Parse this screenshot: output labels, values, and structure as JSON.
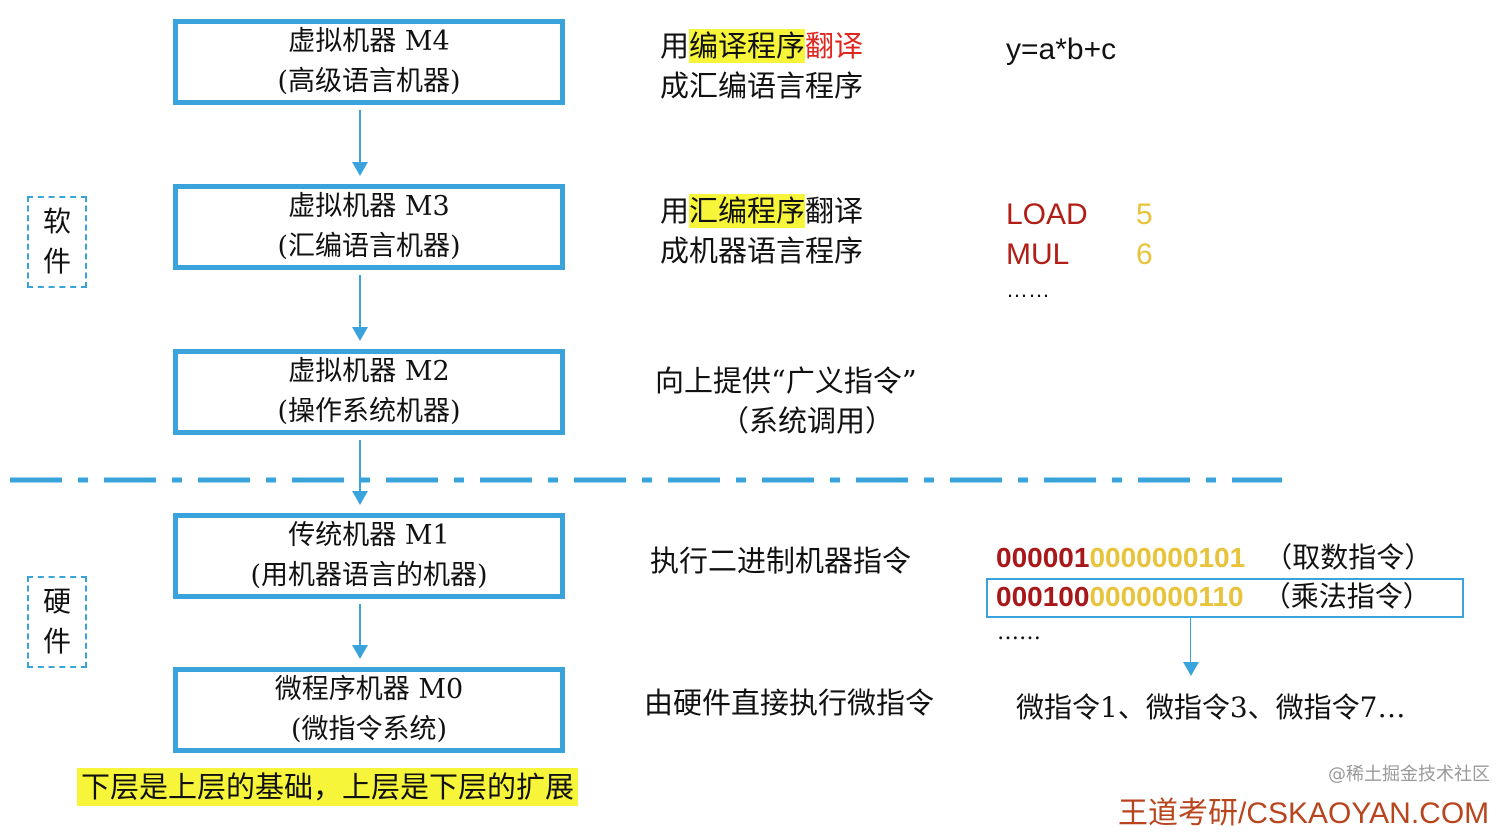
{
  "levels": [
    {
      "line1": "虚拟机器 M4",
      "line2": "(高级语言机器)"
    },
    {
      "line1": "虚拟机器 M3",
      "line2": "(汇编语言机器)"
    },
    {
      "line1": "虚拟机器 M2",
      "line2": "(操作系统机器)"
    },
    {
      "line1": "传统机器 M1",
      "line2": "(用机器语言的机器)"
    },
    {
      "line1": "微程序机器 M0",
      "line2": "(微指令系统)"
    }
  ],
  "groups": {
    "software": {
      "c1": "软",
      "c2": "件"
    },
    "hardware": {
      "c1": "硬",
      "c2": "件"
    }
  },
  "descriptions": {
    "m4": {
      "p1": "用",
      "p2": "编译程序",
      "p3": "翻译",
      "line2": "成汇编语言程序"
    },
    "m3": {
      "p1": "用",
      "p2": "汇编程序",
      "p3": "翻译",
      "line2": "成机器语言程序"
    },
    "m2": {
      "line1": "向上提供“广义指令”",
      "line2": "（系统调用）"
    },
    "m1": "执行二进制机器指令",
    "m0": "由硬件直接执行微指令"
  },
  "examples": {
    "high_level": "y=a*b+c",
    "assembly": [
      {
        "op": "LOAD",
        "arg": "5"
      },
      {
        "op": "MUL",
        "arg": "6"
      }
    ],
    "assembly_more": "……",
    "machine": [
      {
        "opcode": "000001",
        "address": "0000000101",
        "note": "（取数指令）"
      },
      {
        "opcode": "000100",
        "address": "0000000110",
        "note": "（乘法指令）"
      }
    ],
    "machine_more": "……",
    "micro": "微指令1、微指令3、微指令7…"
  },
  "footer": "下层是上层的基础，上层是下层的扩展",
  "watermark": "@稀土掘金技术社区",
  "brand": "王道考研/CSKAOYAN.COM",
  "colors": {
    "accent": "#3aa3dc",
    "highlight": "#f7f53a",
    "opcode": "#b01e16",
    "operand": "#e8c33c"
  }
}
